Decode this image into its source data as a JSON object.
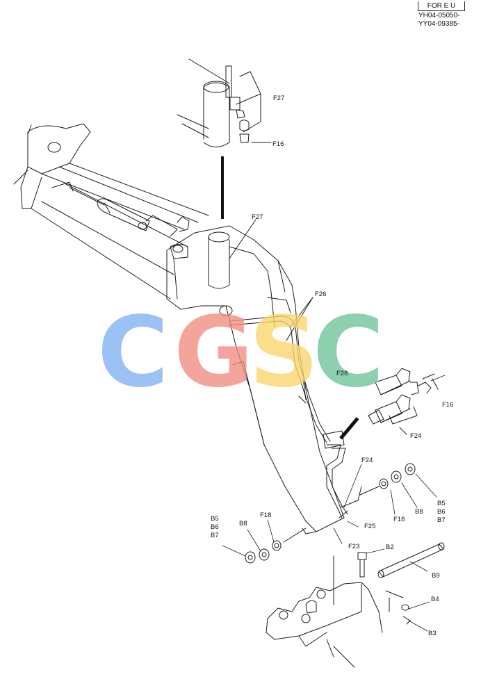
{
  "header": {
    "region_box": "FOR E U",
    "serial_1": "YH04-05050-",
    "serial_2": "YY04-09385-"
  },
  "watermark": {
    "letters": [
      "C",
      "G",
      "S",
      "C"
    ],
    "colors": [
      "#7fb0f3",
      "#f08c80",
      "#fbd66b",
      "#6cc49a"
    ]
  },
  "callouts": {
    "f27_top": "F27",
    "f16_top": "F16",
    "f27_mid": "F27",
    "f26": "F26",
    "f28": "F28",
    "f16_right": "F16",
    "f24_right": "F24",
    "f24_mid": "F24",
    "f25": "F25",
    "f23": "F23",
    "f18_right": "F18",
    "b8_right": "B8",
    "b5_right": "B5",
    "b6_right": "B6",
    "b7_right": "B7",
    "b5_left": "B5",
    "b6_left": "B6",
    "b7_left": "B7",
    "b8_left": "B8",
    "f18_left": "F18",
    "b2": "B2",
    "b9": "B9",
    "b4": "B4",
    "b3": "B3"
  }
}
